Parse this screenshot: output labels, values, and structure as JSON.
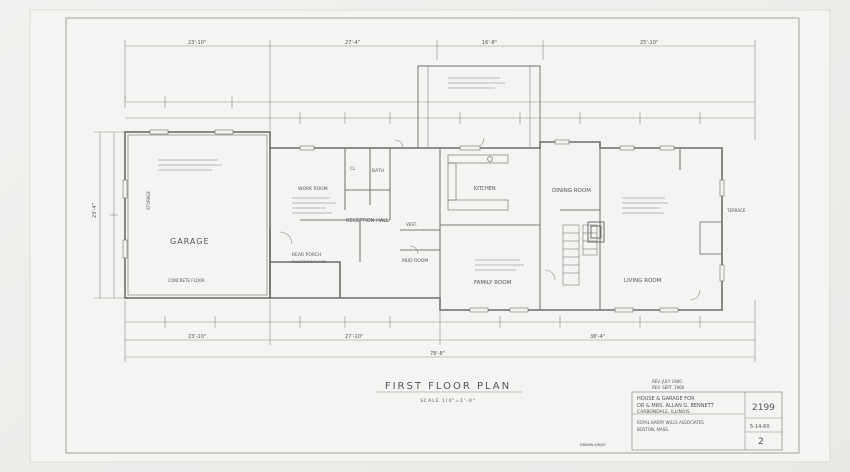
{
  "plan_title": "FIRST FLOOR PLAN",
  "plan_scale": "SCALE 1/4\"=1'-0\"",
  "rooms": {
    "garage": "GARAGE",
    "garage_note": "CONCRETE FLOOR",
    "garage_stair": "STORAGE",
    "porch": "REAR PORCH",
    "porch_note": "FLAGSTONE FLOOR",
    "work_room": "WORK ROOM",
    "closet": "CL.",
    "bath": "BATH",
    "hall": "RECEPTION HALL",
    "kitchen": "KITCHEN",
    "utility": "MUD ROOM",
    "vest": "VEST.",
    "dining": "DINING ROOM",
    "family": "FAMILY ROOM",
    "living": "LIVING ROOM",
    "terrace": "TERRACE"
  },
  "dimensions": {
    "top": [
      "23'-10\"",
      "27'-4\"",
      "16'-8\"",
      "25'-10\""
    ],
    "bottom": [
      "23'-10\"",
      "27'-10\"",
      "38'-4\""
    ],
    "overall": "78'-8\"",
    "left": "23'-4\""
  },
  "notes": {
    "revised_1": "REV. JULY 1960",
    "revised_2": "REV. SEPT. 1960",
    "drawn_date": "DRAWN 6/6/60"
  },
  "title_block": {
    "line1": "HOUSE & GARAGE FOR",
    "line2": "DR & MRS. ALLAN G. BENNETT",
    "line3": "CARBONDALE, ILLINOIS",
    "architect": "ROYAL BARRY WILLS ASSOCIATES",
    "architect_city": "BOSTON, MASS.",
    "job_number": "2199",
    "date": "5-14-60",
    "sheet_number": "2"
  }
}
